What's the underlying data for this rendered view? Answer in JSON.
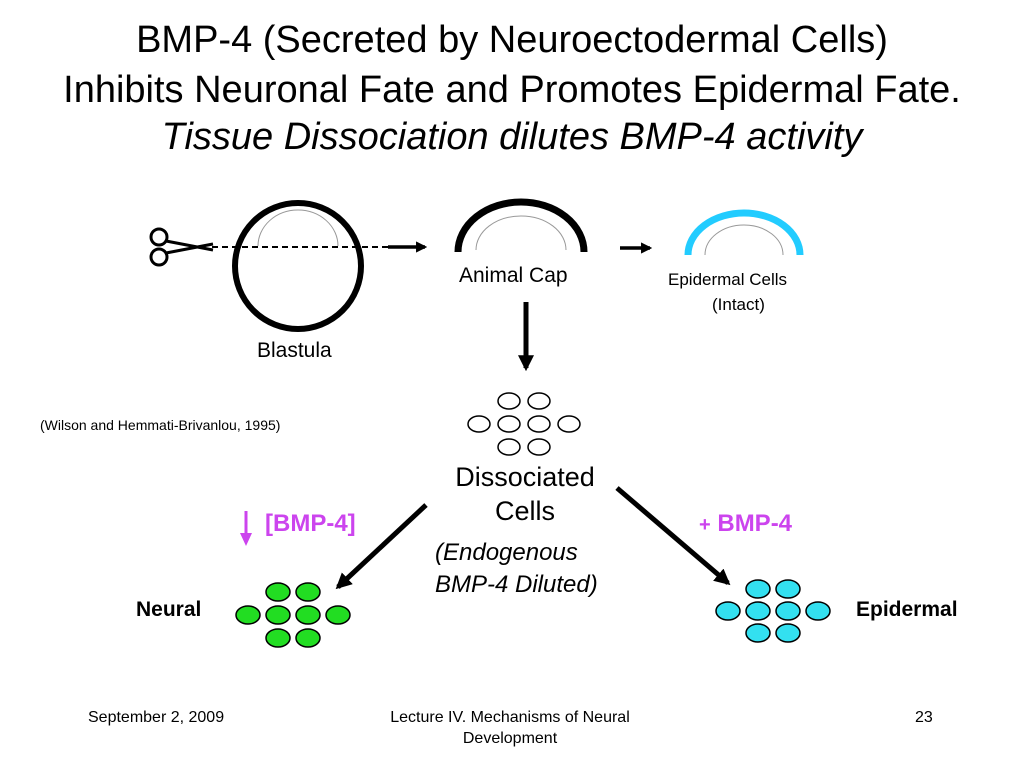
{
  "title": {
    "line1": "BMP-4 (Secreted by Neuroectodermal Cells)",
    "line2": "Inhibits Neuronal Fate and Promotes Epidermal Fate.",
    "line3": "Tissue Dissociation dilutes BMP-4 activity"
  },
  "labels": {
    "blastula": "Blastula",
    "animal_cap": "Animal Cap",
    "epidermal_cells": "Epidermal Cells",
    "intact": "(Intact)",
    "citation": "(Wilson and Hemmati-Brivanlou, 1995)",
    "dissociated_1": "Dissociated",
    "dissociated_2": "Cells",
    "endogenous_1": "(Endogenous",
    "endogenous_2": "BMP-4 Diluted)",
    "bmp_minus": "[BMP-4]",
    "bmp_plus_sign": "+",
    "bmp_plus": "BMP-4",
    "neural": "Neural",
    "epidermal": "Epidermal"
  },
  "colors": {
    "neural_cells": "#22dd22",
    "epidermal_cells": "#33e0f0",
    "intact_epidermis": "#22ccff",
    "bmp_text": "#cc44ee"
  },
  "footer": {
    "date": "September 2, 2009",
    "lecture_1": "Lecture IV. Mechanisms of Neural",
    "lecture_2": "Development",
    "page": "23"
  }
}
